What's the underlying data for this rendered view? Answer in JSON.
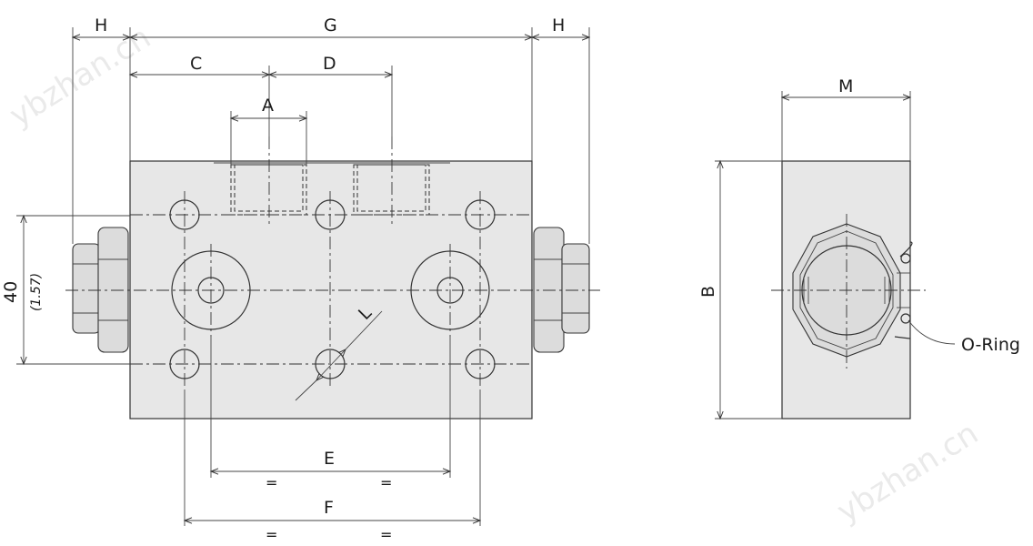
{
  "watermark": {
    "text": "ybzhan.cn",
    "color": "#d9d9d9"
  },
  "labels": {
    "H_left": "H",
    "G": "G",
    "H_right": "H",
    "C": "C",
    "D": "D",
    "A": "A",
    "L": "L",
    "E": "E",
    "F": "F",
    "eq_e_left": "=",
    "eq_e_right": "=",
    "eq_f_left": "=",
    "eq_f_right": "=",
    "height_mm": "40",
    "height_in": "(1.57)",
    "M": "M",
    "B": "B",
    "oring": "O-Ring"
  },
  "colors": {
    "line": "#333333",
    "body_fill": "#e7e7e7",
    "nut_fill": "#dcdcdc"
  }
}
